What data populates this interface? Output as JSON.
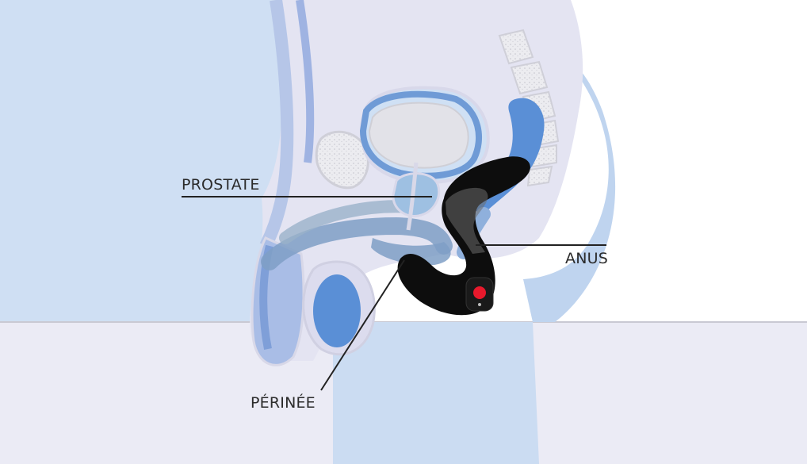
{
  "labels": {
    "prostate": "PROSTATE",
    "anus": "ANUS",
    "perinee": "PÉRINÉE"
  },
  "colors": {
    "background_left": "#cfdff3",
    "background_right": "#ffffff",
    "floor": "#e8e8f4",
    "body": "#e4e4f2",
    "organ_blue": "#5a8fd6",
    "organ_mid": "#7fa9e2",
    "bone": "#e8e8ec",
    "device": "#0d0d0d",
    "device_button": "#e8192c",
    "leader_line": "#222222"
  }
}
